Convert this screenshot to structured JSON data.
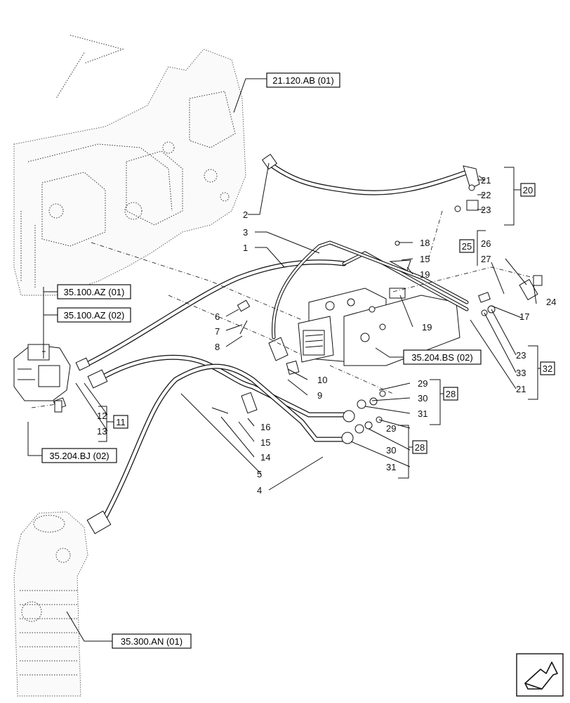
{
  "refs": {
    "r1": "21.120.AB (01)",
    "r2": "35.100.AZ (01)",
    "r3": "35.100.AZ (02)",
    "r4": "35.204.BS (02)",
    "r5": "35.204.BJ (02)",
    "r6": "35.300.AN (01)"
  },
  "groups": {
    "g20": "20",
    "g25": "25",
    "g28a": "28",
    "g28b": "28",
    "g32": "32",
    "g11": "11"
  },
  "callouts": {
    "c1": "1",
    "c2": "2",
    "c3": "3",
    "c4": "4",
    "c5": "5",
    "c6": "6",
    "c7": "7",
    "c8": "8",
    "c9": "9",
    "c10": "10",
    "c12": "12",
    "c13": "13",
    "c14": "14",
    "c15a": "15",
    "c16": "16",
    "c15b": "15",
    "c17": "17",
    "c18": "18",
    "c19a": "19",
    "c19b": "19",
    "c21a": "21",
    "c22": "22",
    "c23a": "23",
    "c24": "24",
    "c26": "26",
    "c27": "27",
    "c23b": "23",
    "c33": "33",
    "c21b": "21",
    "c29a": "29",
    "c30a": "30",
    "c31a": "31",
    "c29b": "29",
    "c30b": "30",
    "c31b": "31"
  }
}
